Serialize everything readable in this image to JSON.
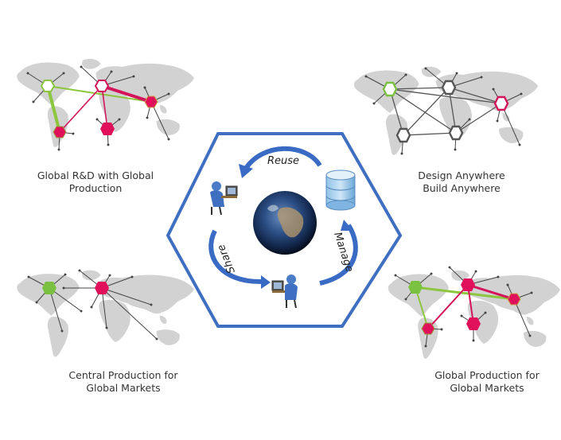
{
  "colors": {
    "hex_border": "#3f6fc0",
    "map_land": "#d2d2d2",
    "node_green": "#7ac142",
    "node_red": "#e0105a",
    "link_green": "#8cc63f",
    "link_red": "#d4145a",
    "arrow": "#444444",
    "cycle_arrow": "#3a6bc4"
  },
  "panels": [
    {
      "id": "top-left",
      "caption_line1": "Global R&D with Global",
      "caption_line2": "Production"
    },
    {
      "id": "top-right",
      "caption_line1": "Design Anywhere",
      "caption_line2": "Build Anywhere"
    },
    {
      "id": "bottom-left",
      "caption_line1": "Central Production for",
      "caption_line2": "Global Markets"
    },
    {
      "id": "bottom-right",
      "caption_line1": "Global Production for",
      "caption_line2": "Global Markets"
    }
  ],
  "center": {
    "cycle_labels": {
      "reuse": "Reuse",
      "manage": "Manage",
      "share": "Share"
    },
    "icons": [
      "user-at-computer-icon",
      "database-icon",
      "globe-icon",
      "user-at-computer-icon"
    ]
  }
}
